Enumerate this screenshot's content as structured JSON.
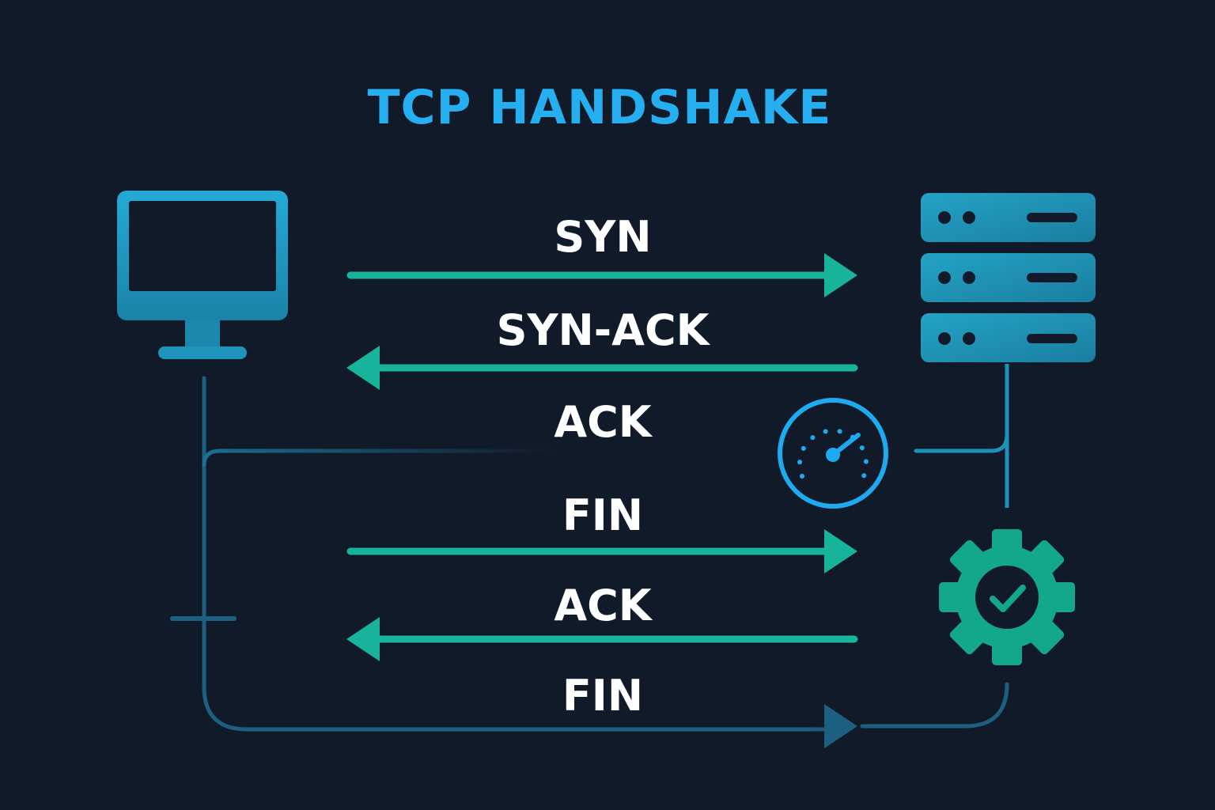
{
  "title": "TCP HANDSHAKE",
  "messages": [
    {
      "label": "SYN",
      "direction": "client-to-server"
    },
    {
      "label": "SYN-ACK",
      "direction": "server-to-client"
    },
    {
      "label": "ACK",
      "direction": "client-to-server"
    },
    {
      "label": "FIN",
      "direction": "client-to-server"
    },
    {
      "label": "ACK",
      "direction": "server-to-client"
    },
    {
      "label": "FIN",
      "direction": "client-to-server"
    }
  ],
  "icons": {
    "client": "monitor-icon",
    "server": "server-rack-icon",
    "latency": "speedometer-icon",
    "status": "gear-check-icon"
  },
  "colors": {
    "background": "#111a28",
    "title": "#25aef0",
    "arrow": "#17b39a",
    "device": "#2196be",
    "gauge": "#1eaaf0",
    "gear": "#13a88c",
    "label": "#ffffff"
  }
}
